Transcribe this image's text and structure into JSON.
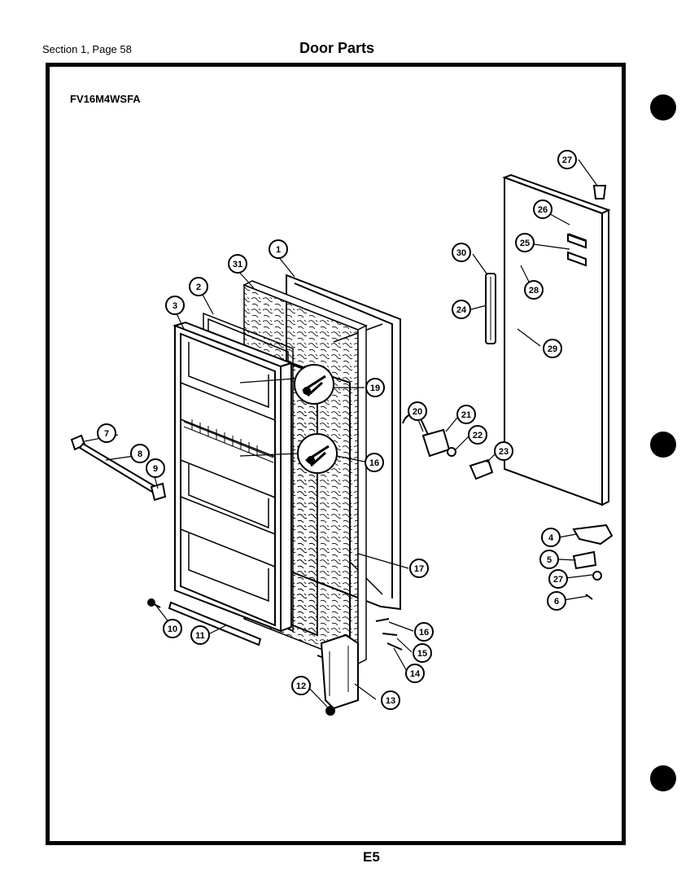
{
  "header": {
    "section_label": "Section 1, Page 58",
    "title": "Door Parts"
  },
  "model_number": "FV16M4WSFA",
  "page_code": "E5",
  "callouts": [
    {
      "id": "c1",
      "label": "1"
    },
    {
      "id": "c2",
      "label": "2"
    },
    {
      "id": "c3",
      "label": "3"
    },
    {
      "id": "c4",
      "label": "4"
    },
    {
      "id": "c5",
      "label": "5"
    },
    {
      "id": "c6",
      "label": "6"
    },
    {
      "id": "c7",
      "label": "7"
    },
    {
      "id": "c8",
      "label": "8"
    },
    {
      "id": "c9",
      "label": "9"
    },
    {
      "id": "c10",
      "label": "10"
    },
    {
      "id": "c11",
      "label": "11"
    },
    {
      "id": "c12",
      "label": "12"
    },
    {
      "id": "c13",
      "label": "13"
    },
    {
      "id": "c14",
      "label": "14"
    },
    {
      "id": "c15",
      "label": "15"
    },
    {
      "id": "c16a",
      "label": "16"
    },
    {
      "id": "c16b",
      "label": "16"
    },
    {
      "id": "c17",
      "label": "17"
    },
    {
      "id": "c19",
      "label": "19"
    },
    {
      "id": "c20",
      "label": "20"
    },
    {
      "id": "c21",
      "label": "21"
    },
    {
      "id": "c22",
      "label": "22"
    },
    {
      "id": "c23",
      "label": "23"
    },
    {
      "id": "c24",
      "label": "24"
    },
    {
      "id": "c25",
      "label": "25"
    },
    {
      "id": "c26",
      "label": "26"
    },
    {
      "id": "c27a",
      "label": "27"
    },
    {
      "id": "c27b",
      "label": "27"
    },
    {
      "id": "c28",
      "label": "28"
    },
    {
      "id": "c29",
      "label": "29"
    },
    {
      "id": "c30",
      "label": "30"
    },
    {
      "id": "c31",
      "label": "31"
    }
  ]
}
